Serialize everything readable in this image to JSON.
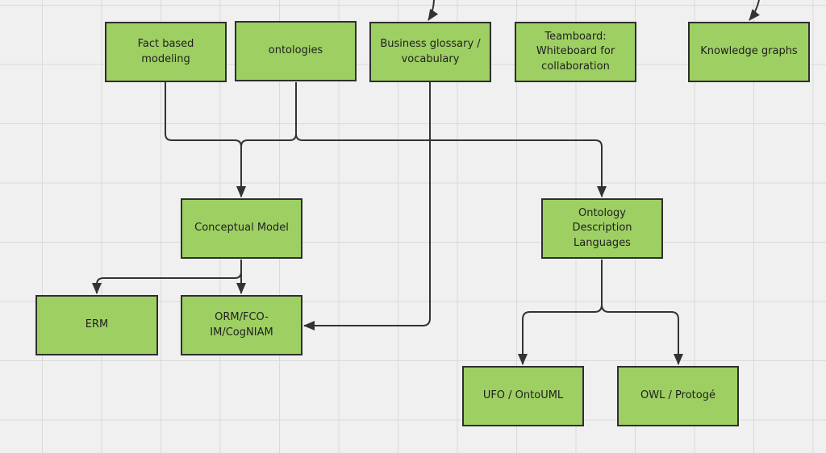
{
  "diagram": {
    "background_color": "#f0f0f0",
    "grid_color": "#dadada",
    "node_fill": "#9ecf63",
    "node_border": "#2e2e2e",
    "edge_color": "#333333",
    "nodes": [
      {
        "id": "fact-based-modeling",
        "label": "Fact based modeling"
      },
      {
        "id": "ontologies",
        "label": "ontologies"
      },
      {
        "id": "business-glossary",
        "label": "Business glossary /\nvocabulary"
      },
      {
        "id": "teamboard",
        "label": "Teamboard:\nWhiteboard for\ncollaboration"
      },
      {
        "id": "knowledge-graphs",
        "label": "Knowledge graphs"
      },
      {
        "id": "conceptual-model",
        "label": "Conceptual Model"
      },
      {
        "id": "ontology-description-languages",
        "label": "Ontology Description\nLanguages"
      },
      {
        "id": "erm",
        "label": "ERM"
      },
      {
        "id": "orm-fco-im-cogniam",
        "label": "ORM/FCO-IM/CogNIAM"
      },
      {
        "id": "ufo-ontouml",
        "label": "UFO / OntoUML"
      },
      {
        "id": "owl-protoge",
        "label": "OWL / Protogé"
      }
    ],
    "edges": [
      {
        "from": "fact-based-modeling",
        "to": "conceptual-model"
      },
      {
        "from": "ontologies",
        "to": "conceptual-model"
      },
      {
        "from": "ontologies",
        "to": "ontology-description-languages"
      },
      {
        "from": "conceptual-model",
        "to": "erm"
      },
      {
        "from": "conceptual-model",
        "to": "orm-fco-im-cogniam"
      },
      {
        "from": "business-glossary",
        "to": "orm-fco-im-cogniam"
      },
      {
        "from": "ontology-description-languages",
        "to": "ufo-ontouml"
      },
      {
        "from": "ontology-description-languages",
        "to": "owl-protoge"
      },
      {
        "from": "offscreen-above",
        "to": "business-glossary"
      },
      {
        "from": "offscreen-above",
        "to": "knowledge-graphs"
      }
    ]
  }
}
